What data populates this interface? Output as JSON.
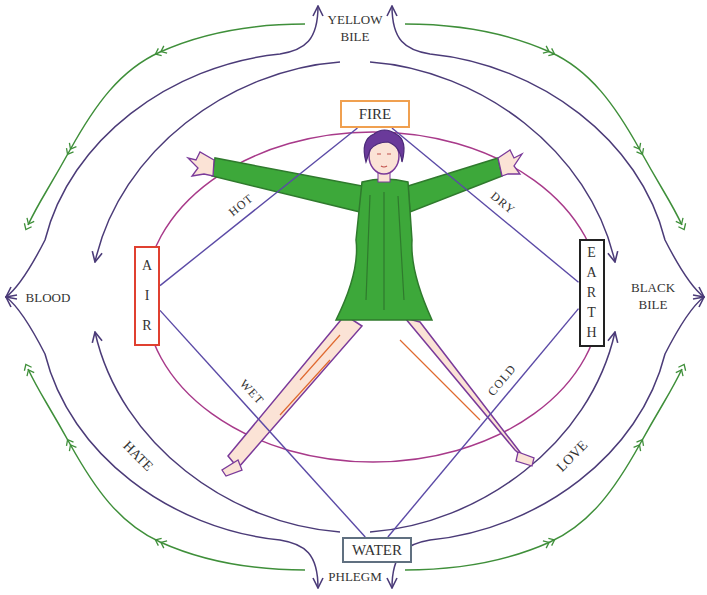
{
  "diagram": {
    "nodes": [
      {
        "text": [
          "FIRE"
        ]
      },
      {
        "text": [
          "AIR"
        ]
      },
      {
        "text": [
          "EARTH"
        ]
      },
      {
        "text": [
          "WATER"
        ]
      }
    ],
    "edges": [
      {
        "from": 0,
        "to": 1,
        "label": "HOT",
        "arrow": "none"
      },
      {
        "from": 0,
        "to": 2,
        "label": "DRY",
        "arrow": "none"
      },
      {
        "from": 1,
        "to": 3,
        "label": "WET",
        "arrow": "none"
      },
      {
        "from": 3,
        "to": 2,
        "label": "COLD",
        "arrow": "none"
      }
    ],
    "labels": [
      "YELLOW BILE",
      "BLOOD",
      "BLACK BILE",
      "HATE",
      "PHLEGM",
      "LOVE"
    ]
  }
}
